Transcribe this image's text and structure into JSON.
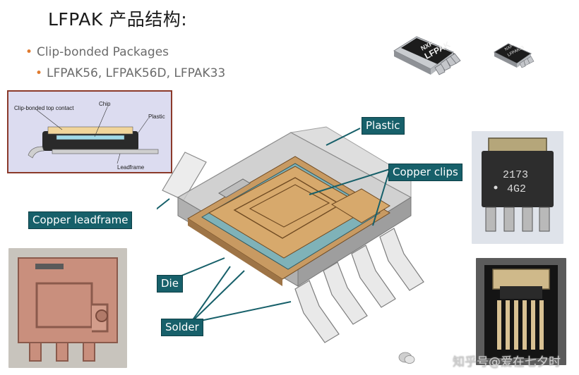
{
  "page": {
    "title": "LFPAK 产品结构:",
    "bullets": [
      "Clip-bonded Packages",
      "LFPAK56, LFPAK56D, LFPAK33"
    ]
  },
  "cross_section": {
    "labels": [
      "Clip-bonded top contact",
      "Chip",
      "Plastic",
      "Leadframe"
    ]
  },
  "callouts": {
    "plastic": "Plastic",
    "copper_clips": "Copper clips",
    "copper_leadframe": "Copper leadframe",
    "die": "Die",
    "solder": "Solder"
  },
  "chips": {
    "large_marking": [
      "NXP",
      "LFPAK"
    ],
    "small_marking": [
      "NXP",
      "LFPAK33"
    ],
    "photo_marking": [
      "2173",
      "4G2"
    ]
  },
  "watermark": "知乎号@爱在七夕时",
  "colors": {
    "callout_bg": "#17606a",
    "bullet_dot": "#e07a2e",
    "copper": "#c89a62",
    "plastic": "#a9a9a9",
    "frame_border": "#8b3a2a"
  }
}
